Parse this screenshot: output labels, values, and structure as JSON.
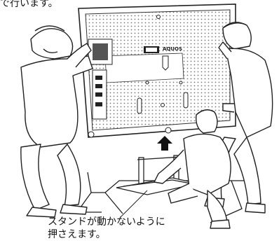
{
  "header": {
    "top_text": "で行います。"
  },
  "tv": {
    "brand": "AQUOS"
  },
  "caption": {
    "line1": "スタンドが動かないように",
    "line2": "押さえます。"
  }
}
